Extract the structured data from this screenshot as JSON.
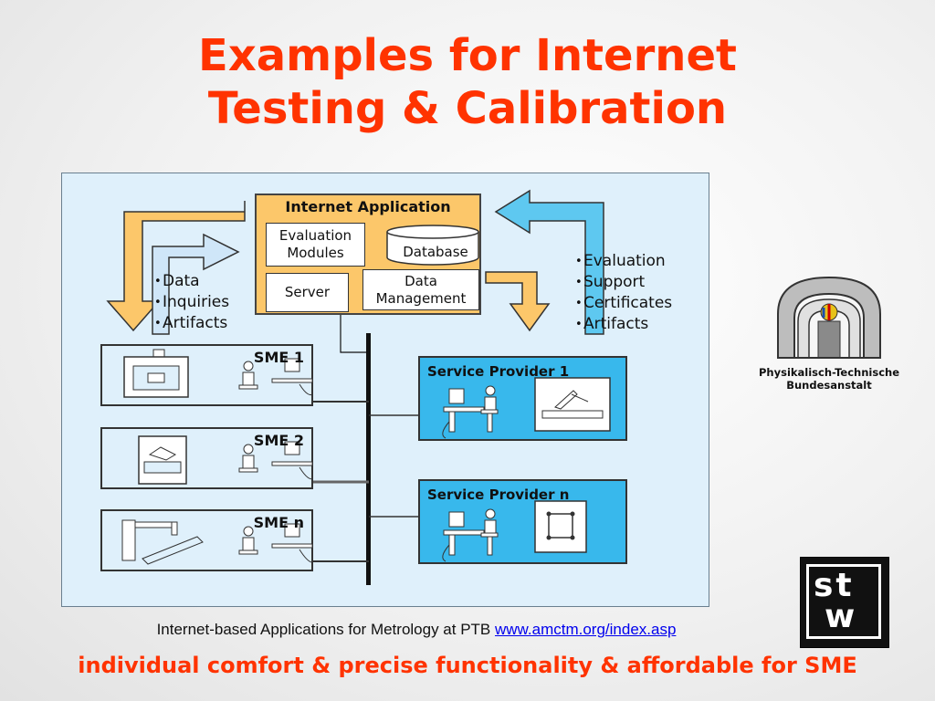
{
  "slide": {
    "title_line1": "Examples for Internet",
    "title_line2": "Testing & Calibration",
    "caption_text": "Internet-based Applications for Metrology at PTB ",
    "caption_link": "www.amctm.org/index.asp",
    "tagline": "individual comfort & precise functionality & affordable for SME"
  },
  "diagram": {
    "app_title": "Internet Application",
    "eval_modules": "Evaluation Modules",
    "database": "Database",
    "server": "Server",
    "data_management": "Data Management",
    "left_bullets": [
      "Data",
      "Inquiries",
      "Artifacts"
    ],
    "right_bullets": [
      "Evaluation",
      "Support",
      "Certificates",
      "Artifacts"
    ],
    "sme": [
      "SME 1",
      "SME 2",
      "SME n"
    ],
    "providers": [
      "Service Provider 1",
      "Service Provider n"
    ]
  },
  "logos": {
    "ptb_line1": "Physikalisch-Technische",
    "ptb_line2": "Bundesanstalt",
    "stw_top": "st",
    "stw_bottom": "w"
  },
  "colors": {
    "title": "#ff3300",
    "orange_arrow": "#fcc76a",
    "blue_arrow": "#5ec8f0",
    "light_blue_arrow": "#cfe6f8",
    "provider_box": "#38b8ec",
    "diagram_bg": "#dff0fb"
  }
}
